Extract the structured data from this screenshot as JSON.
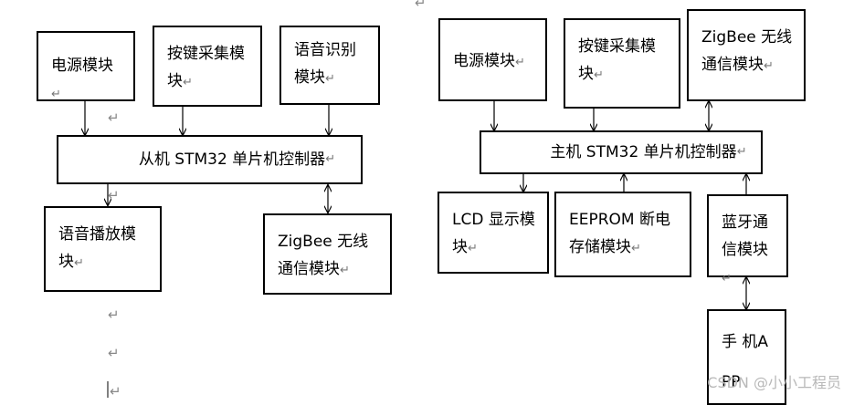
{
  "return_mark": "↵",
  "slave": {
    "power": "电源模块",
    "keys": "按键采集模块",
    "voice_rec": "语音识别模块",
    "controller": "从机 STM32 单片机控制器",
    "voice_play": "语音播放模块",
    "zigbee": "ZigBee  无线通信模块"
  },
  "master": {
    "power": "电源模块",
    "keys": "按键采集模块",
    "zigbee": "ZigBee 无线通信模块",
    "controller": "主机 STM32 单片机控制器",
    "lcd": "LCD  显示模块",
    "eeprom": "EEPROM 断电存储模块",
    "bluetooth": "蓝牙通信模块",
    "phone": "手  机APP"
  },
  "watermark": "CSDN @小小工程员"
}
